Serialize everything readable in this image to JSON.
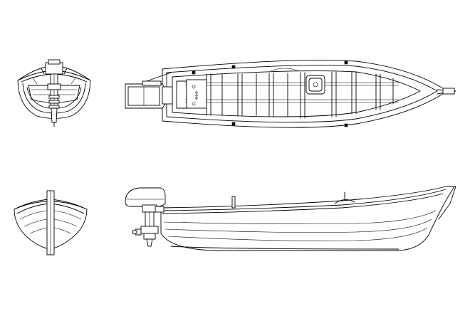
{
  "drawing": {
    "views": [
      {
        "name": "stern-view"
      },
      {
        "name": "plan-view"
      },
      {
        "name": "bow-view"
      },
      {
        "name": "side-profile-view"
      }
    ],
    "line_color": "#000000",
    "background_color": "#ffffff"
  }
}
